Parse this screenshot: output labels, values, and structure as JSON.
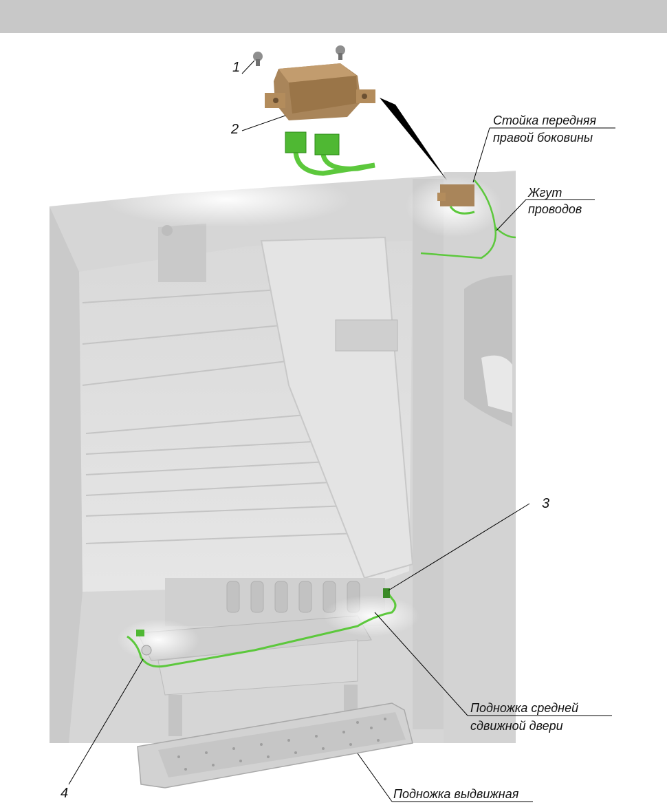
{
  "callouts": {
    "n1": "1",
    "n2": "2",
    "n3": "3",
    "n4": "4"
  },
  "labels": {
    "pillar_line1": "Стойка передняя",
    "pillar_line2": "правой боковины",
    "harness_line1": "Жгут",
    "harness_line2": "проводов",
    "door_step_line1": "Подножка средней",
    "door_step_line2": "сдвижной двери",
    "retractable_step": "Подножка выдвижная"
  },
  "colors": {
    "header_bar": "#c8c8c8",
    "harness_green": "#5cc83c",
    "module_brown": "#a9855a",
    "body_gray": "#dedede"
  }
}
